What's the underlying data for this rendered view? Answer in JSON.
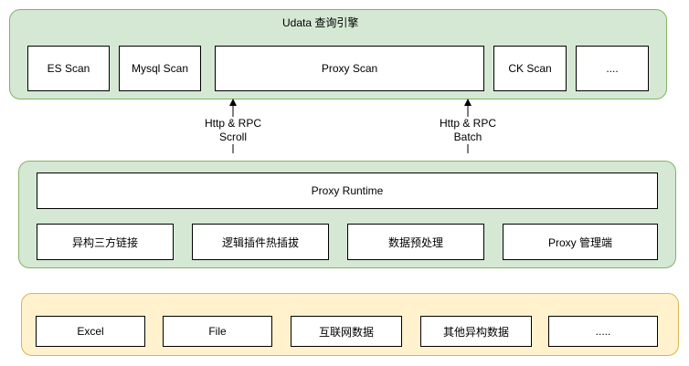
{
  "top_layer": {
    "title": "Udata 查询引擎",
    "boxes": [
      "ES Scan",
      "Mysql Scan",
      "Proxy Scan",
      "CK Scan",
      "...."
    ]
  },
  "connectors": [
    {
      "line1": "Http & RPC",
      "line2": "Scroll"
    },
    {
      "line1": "Http & RPC",
      "line2": "Batch"
    }
  ],
  "middle_layer": {
    "runtime": "Proxy Runtime",
    "boxes": [
      "异构三方链接",
      "逻辑插件热插拔",
      "数据预处理",
      "Proxy 管理端"
    ]
  },
  "bottom_layer": {
    "boxes": [
      "Excel",
      "File",
      "互联网数据",
      "其他异构数据",
      "....."
    ]
  },
  "colors": {
    "green_fill": "#d5e8d4",
    "green_border": "#82b366",
    "yellow_fill": "#fff2cc",
    "yellow_border": "#d6b656"
  }
}
